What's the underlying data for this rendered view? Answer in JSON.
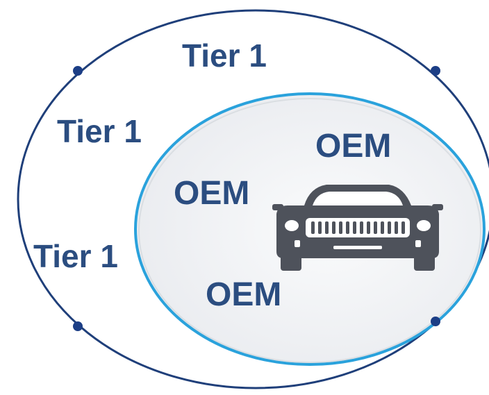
{
  "diagram": {
    "outer_ring": {
      "labels": [
        "Tier 1",
        "Tier 1",
        "Tier 1"
      ],
      "color": "#1f3f7a",
      "node_color": "#1c3e86"
    },
    "inner_ring": {
      "labels": [
        "OEM",
        "OEM",
        "OEM"
      ],
      "color": "#2aa2dc",
      "fill": "#eef0f3"
    },
    "label_color": "#2b4d80",
    "center_icon": {
      "name": "car-front-icon",
      "color": "#4e525b"
    }
  }
}
